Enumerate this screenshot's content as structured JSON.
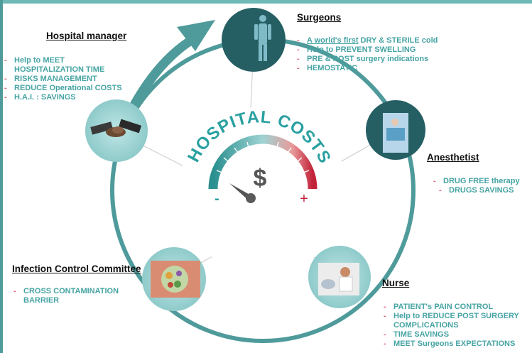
{
  "center": {
    "title": "HOSPITAL COSTS",
    "symbol": "$",
    "minus": "-",
    "plus": "+"
  },
  "surgeons": {
    "title": "Surgeons",
    "items": [
      "A world's first DRY & STERILE cold",
      "Help to PREVENT SWELLING",
      "PRE & POST surgery indications",
      "HEMOSTATIC"
    ],
    "items_0_underlined": "A world's first",
    "items_0_rest": " DRY  & STERILE cold"
  },
  "hospital_manager": {
    "title": "Hospital manager",
    "items": [
      "Help to MEET HOSPITALIZATION TIME",
      "RISKS MANAGEMENT",
      "REDUCE Operational COSTS",
      "H.A.I. : SAVINGS"
    ],
    "item0_line1": "Help to MEET",
    "item0_line2": "HOSPITALIZATION TIME"
  },
  "anesthetist": {
    "title": "Anesthetist",
    "items": [
      "DRUG FREE therapy",
      "DRUGS SAVINGS"
    ]
  },
  "infection": {
    "title": "Infection Control Committee",
    "item0_line1": "CROSS CONTAMINATION",
    "item0_line2": "BARRIER"
  },
  "nurse": {
    "title": "Nurse",
    "items": [
      "PATIENT's PAIN CONTROL",
      "Help to REDUCE POST SURGERY COMPLICATIONS",
      "TIME SAVINGS",
      "MEET Surgeons EXPECTATIONS"
    ],
    "item1_line1": "Help to REDUCE POST SURGERY",
    "item1_line2": "COMPLICATIONS"
  },
  "colors": {
    "teal": "#4f9a9a",
    "teal_light": "#a8d9d9",
    "teal_dark": "#255f63",
    "text_teal": "#45a3a3",
    "dash": "#e06070"
  }
}
